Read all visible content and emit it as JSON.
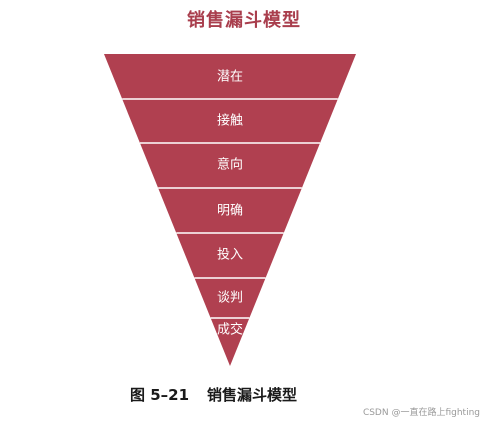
{
  "title": "销售漏斗模型",
  "funnel": {
    "color": "#b04050",
    "divider_color": "#ffffff",
    "stages": [
      "潜在",
      "接触",
      "意向",
      "明确",
      "投入",
      "谈判",
      "成交"
    ]
  },
  "caption": {
    "figure_number": "图 5–21",
    "text": "销售漏斗模型"
  },
  "watermark": "CSDN @一直在路上fighting"
}
